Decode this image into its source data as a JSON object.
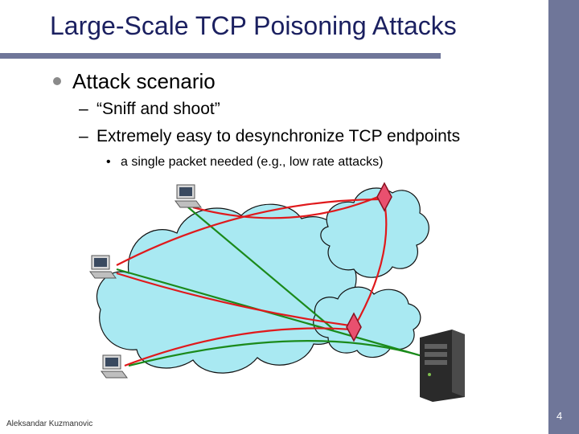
{
  "slide": {
    "title": "Large-Scale TCP Poisoning Attacks",
    "bullet": "Attack scenario",
    "sub_bullets": [
      "“Sniff and shoot”",
      "Extremely easy to desynchronize TCP endpoints"
    ],
    "sub_sub_bullet": "a single packet needed (e.g., low rate attacks)",
    "footer_author": "Aleksandar Kuzmanovic",
    "page_number": "4"
  },
  "colors": {
    "cloud": "#a9e9f2",
    "attack_line": "#e0191c",
    "traffic_line": "#1b8a1b",
    "attacker": "#e9506f",
    "accent": "#6f7699",
    "title_text": "#1b2060"
  },
  "icons": [
    "laptop-icon",
    "attacker-diamond-icon",
    "server-icon"
  ]
}
